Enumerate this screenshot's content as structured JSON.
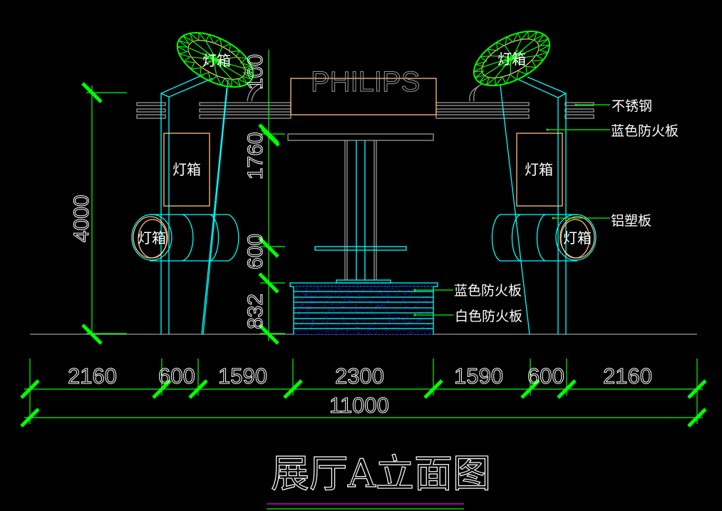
{
  "drawing": {
    "title": "展厅A立面图",
    "brand_sign": "PHILIPS",
    "colors": {
      "background": "#000000",
      "structure": "#00ffff",
      "dimension": "#00ff00",
      "steel": "#9a9a9a",
      "lightbox": "#ffbf80",
      "hatch": "#0000ff",
      "text": "#ffffff",
      "title_underline_top": "#ff00ff",
      "title_underline_bottom": "#00ff00"
    }
  },
  "lightbox_labels": {
    "top_left": "灯箱",
    "top_right": "灯箱",
    "panel_left": "灯箱",
    "panel_right": "灯箱",
    "round_left": "灯箱",
    "round_right": "灯箱"
  },
  "callouts": [
    {
      "id": "stainless-steel",
      "text": "不锈钢"
    },
    {
      "id": "blue-fireboard-upper",
      "text": "蓝色防火板"
    },
    {
      "id": "aluminum-composite",
      "text": "铝塑板"
    },
    {
      "id": "blue-fireboard-counter",
      "text": "蓝色防火板"
    },
    {
      "id": "white-fireboard-counter",
      "text": "白色防火板"
    }
  ],
  "dimensions": {
    "vertical_left": {
      "total": "4000"
    },
    "vertical_center": [
      "100",
      "1760",
      "600",
      "832"
    ],
    "horizontal_segments": [
      "2160",
      "600",
      "1590",
      "2300",
      "1590",
      "600",
      "2160"
    ],
    "horizontal_total": "11000"
  }
}
